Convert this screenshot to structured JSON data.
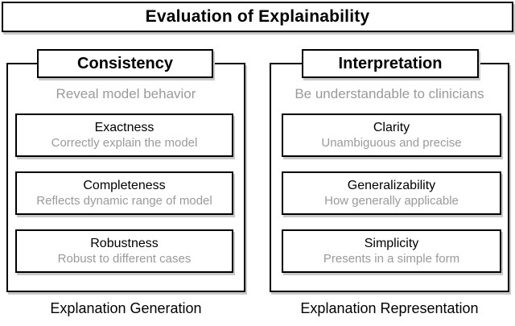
{
  "title": "Evaluation of Explainability",
  "columns": [
    {
      "header": "Consistency",
      "tagline": "Reveal model behavior",
      "items": [
        {
          "name": "Exactness",
          "desc": "Correctly explain the model"
        },
        {
          "name": "Completeness",
          "desc": "Reflects dynamic range of model"
        },
        {
          "name": "Robustness",
          "desc": "Robust to different cases"
        }
      ],
      "footer": "Explanation Generation"
    },
    {
      "header": "Interpretation",
      "tagline": "Be understandable to clinicians",
      "items": [
        {
          "name": "Clarity",
          "desc": "Unambiguous and precise"
        },
        {
          "name": "Generalizability",
          "desc": "How generally applicable"
        },
        {
          "name": "Simplicity",
          "desc": "Presents in a simple form"
        }
      ],
      "footer": "Explanation Representation"
    }
  ],
  "colors": {
    "border": "#000000",
    "text": "#000000",
    "muted_text": "#9a9a9a",
    "shadow": "#c9c9c9",
    "background": "#ffffff"
  }
}
